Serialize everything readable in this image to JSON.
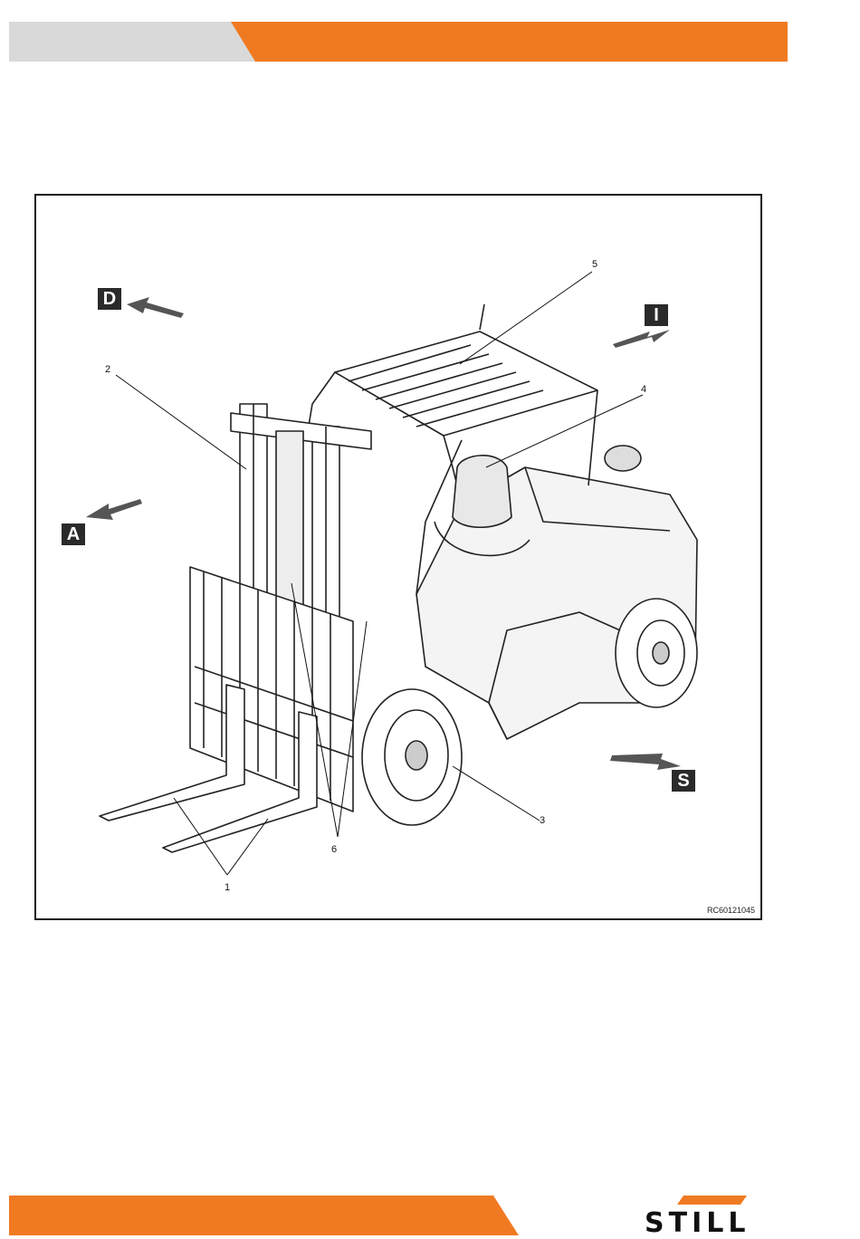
{
  "colors": {
    "brand_orange": "#f07a22",
    "header_grey": "#d9d9d9",
    "line": "#222222"
  },
  "figure": {
    "callouts": {
      "c1": "1",
      "c2": "2",
      "c3": "3",
      "c4": "4",
      "c5": "5",
      "c6": "6"
    },
    "directions": {
      "d": "D",
      "i": "I",
      "a": "A",
      "s": "S"
    },
    "figure_id": "RC60121045"
  },
  "footer": {
    "logo": "STILL"
  }
}
